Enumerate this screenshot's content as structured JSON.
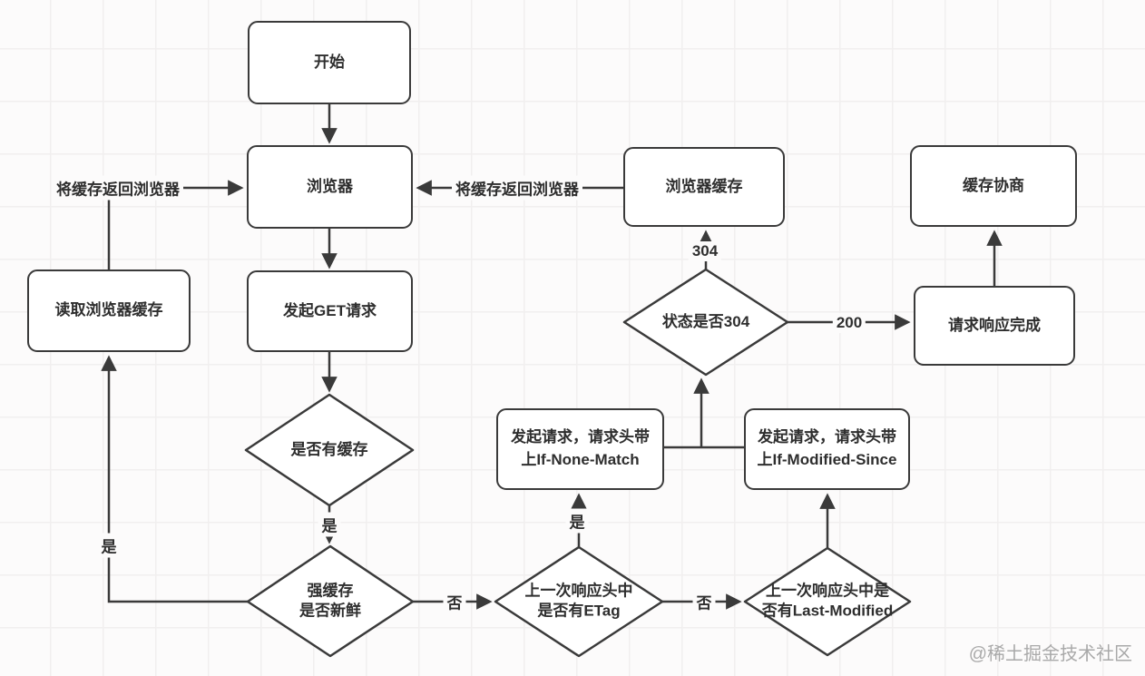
{
  "diagram_title": "browser-http-cache-flowchart",
  "colors": {
    "line": "#3a3a3a",
    "background": "#fcfbfb",
    "grid": "#f1efef",
    "node_fill": "#ffffff",
    "watermark": "#a9a9a9"
  },
  "nodes": {
    "start": {
      "label": "开始"
    },
    "browser": {
      "label": "浏览器"
    },
    "browser_cache": {
      "label": "浏览器缓存"
    },
    "cache_negotiation": {
      "label": "缓存协商"
    },
    "read_browser_cache": {
      "label": "读取浏览器缓存"
    },
    "send_get_request": {
      "label": "发起GET请求"
    },
    "request_response_done": {
      "label": "请求响应完成"
    },
    "request_if_none_match": {
      "line1": "发起请求，请求头带",
      "line2": "上If-None-Match"
    },
    "request_if_modified_since": {
      "line1": "发起请求，请求头带",
      "line2": "上If-Modified-Since"
    }
  },
  "decisions": {
    "has_cache": {
      "label": "是否有缓存"
    },
    "strong_cache_fresh": {
      "line1": "强缓存",
      "line2": "是否新鲜"
    },
    "has_etag": {
      "line1": "上一次响应头中",
      "line2": "是否有ETag"
    },
    "has_last_modified": {
      "line1": "上一次响应头中是",
      "line2": "否有Last-Modified"
    },
    "status_is_304": {
      "label": "状态是否304"
    }
  },
  "edge_labels": {
    "return_cache_to_browser_left": "将缓存返回浏览器",
    "return_cache_to_browser_right": "将缓存返回浏览器",
    "has_cache_yes": "是",
    "strong_cache_fresh_yes": "是",
    "strong_cache_fresh_no": "否",
    "has_etag_yes": "是",
    "has_etag_no": "否",
    "status_304_yes": "304",
    "status_304_no": "200"
  },
  "watermark": "@稀土掘金技术社区"
}
